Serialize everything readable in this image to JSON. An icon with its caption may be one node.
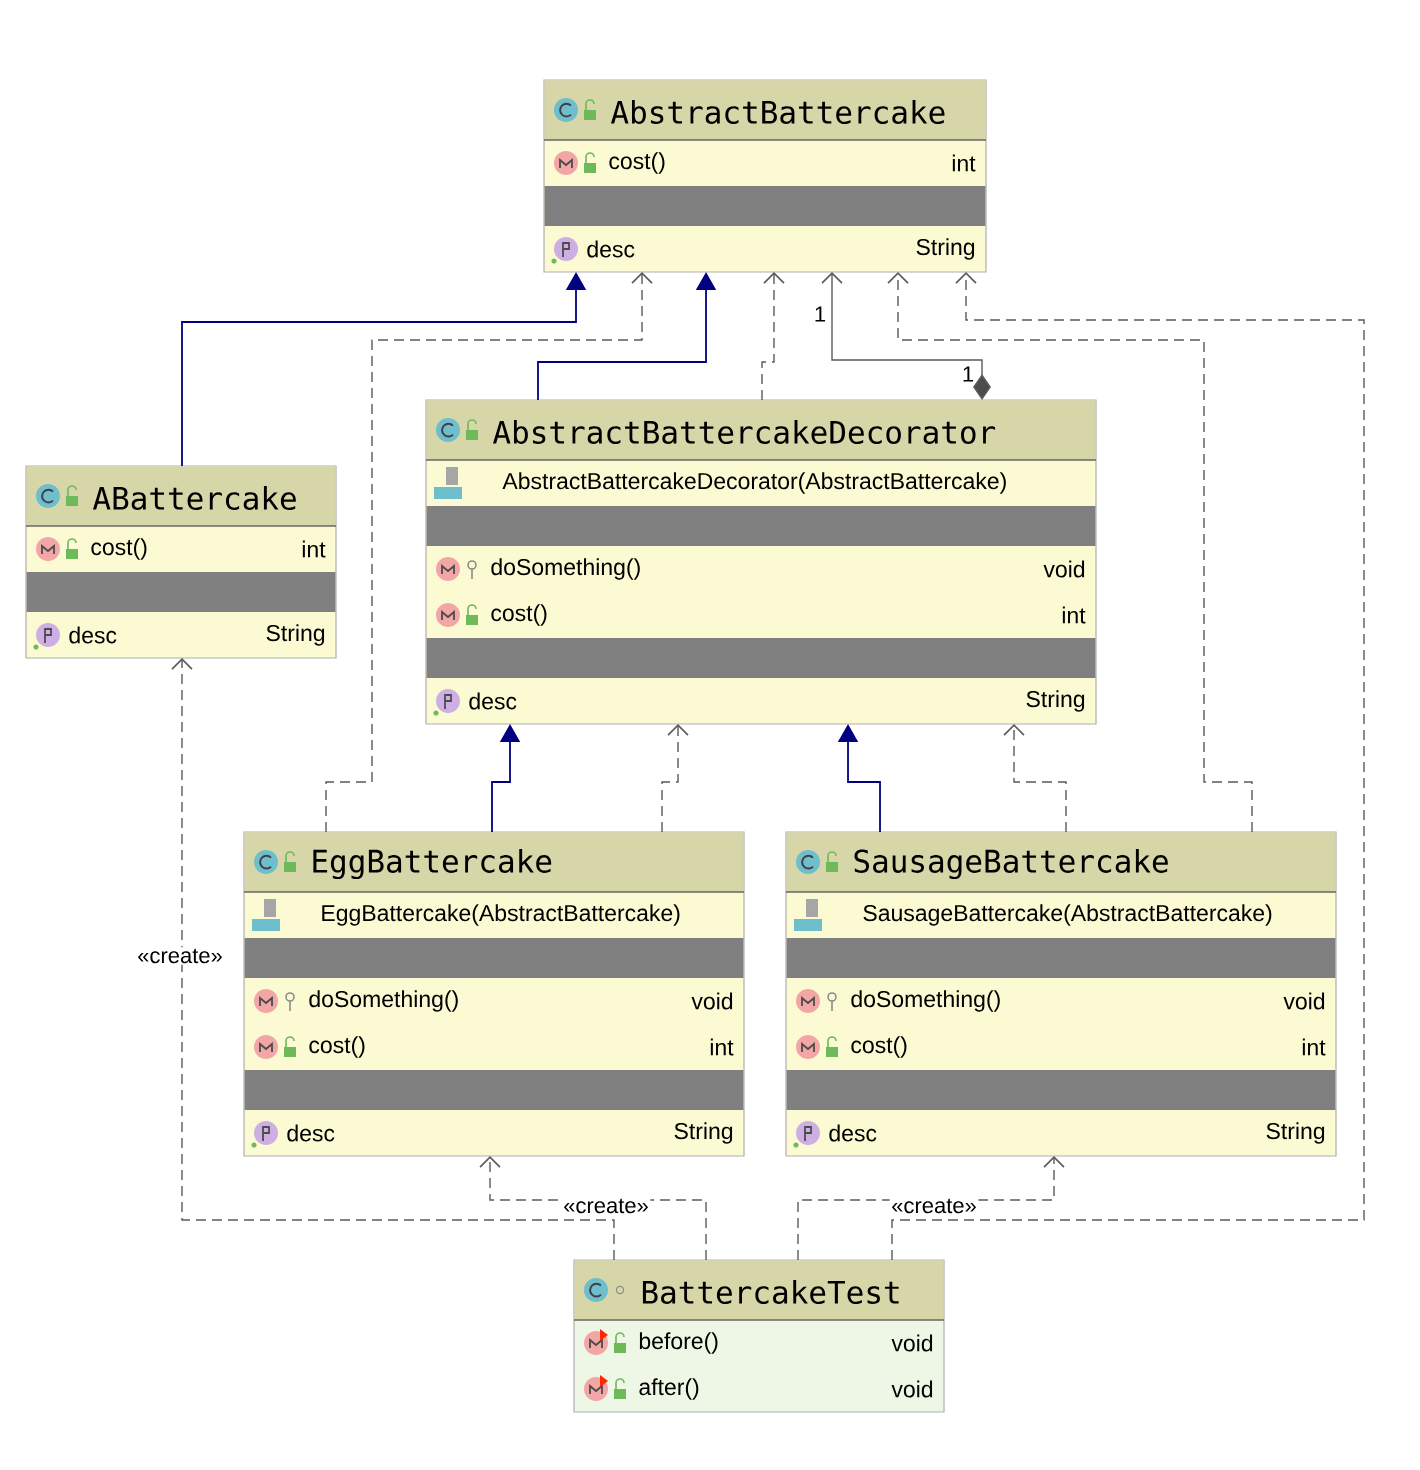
{
  "diagram": {
    "nodes": [
      {
        "text": [
          "AbstractBattercake",
          "cost()",
          "int",
          "desc",
          "String"
        ]
      },
      {
        "text": [
          "ABattercake",
          "cost()",
          "int",
          "desc",
          "String"
        ]
      },
      {
        "text": [
          "AbstractBattercakeDecorator",
          "AbstractBattercakeDecorator(AbstractBattercake)",
          "doSomething()",
          "void",
          "cost()",
          "int",
          "desc",
          "String"
        ]
      },
      {
        "text": [
          "EggBattercake",
          "EggBattercake(AbstractBattercake)",
          "doSomething()",
          "void",
          "cost()",
          "int",
          "desc",
          "String"
        ]
      },
      {
        "text": [
          "SausageBattercake",
          "SausageBattercake(AbstractBattercake)",
          "doSomething()",
          "void",
          "cost()",
          "int",
          "desc",
          "String"
        ]
      },
      {
        "text": [
          "BattercakeTest",
          "before()",
          "void",
          "after()",
          "void"
        ]
      }
    ],
    "edges": [
      {
        "from": 1,
        "to": 0,
        "arrow": "to",
        "color": "#000080"
      },
      {
        "from": 2,
        "to": 0,
        "arrow": "to",
        "color": "#000080"
      },
      {
        "from": 3,
        "to": 0,
        "arrow": "to",
        "style": "dashed"
      },
      {
        "from": 2,
        "to": 0,
        "arrow": "to",
        "style": "dashed"
      },
      {
        "from": 2,
        "to": 0,
        "arrow": "to",
        "label": "1"
      },
      {
        "from": 4,
        "to": 0,
        "arrow": "to",
        "style": "dashed"
      },
      {
        "from": 5,
        "to": 0,
        "arrow": "to",
        "style": "dashed"
      },
      {
        "from": 3,
        "to": 2,
        "arrow": "to",
        "color": "#000080"
      },
      {
        "from": 3,
        "to": 2,
        "arrow": "to",
        "style": "dashed"
      },
      {
        "from": 4,
        "to": 2,
        "arrow": "to",
        "color": "#000080"
      },
      {
        "from": 4,
        "to": 2,
        "arrow": "to",
        "style": "dashed"
      },
      {
        "from": 5,
        "to": 1,
        "arrow": "to",
        "style": "dashed",
        "label": "«create»"
      },
      {
        "from": 5,
        "to": 3,
        "arrow": "to",
        "style": "dashed",
        "label": "«create»"
      },
      {
        "from": 5,
        "to": 4,
        "arrow": "to",
        "style": "dashed",
        "label": "«create»"
      }
    ],
    "labels": [
      "1"
    ]
  }
}
